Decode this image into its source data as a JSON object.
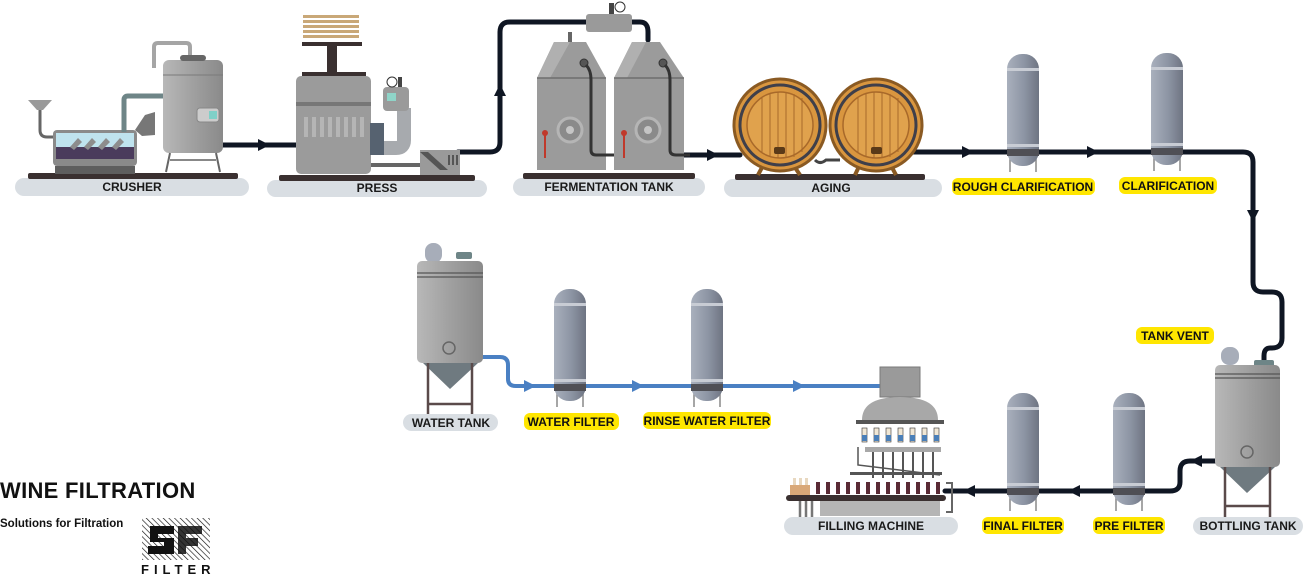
{
  "title": "WINE FILTRATION",
  "subtitle": "Solutions for Filtration",
  "logo": {
    "mark": "SF",
    "text": "FILTER",
    "icon": "sf-filter-logo-icon"
  },
  "colors": {
    "pipe_wine": "#0f1623",
    "pipe_water": "#4a80c3",
    "label_yellow": "#ffe600",
    "label_gray": "#d9dee3",
    "steel": "#9a9a9a",
    "filter_housing": "#8e96a6",
    "barrel_wood": "#d9963f",
    "base_dark": "#3a3030"
  },
  "stations": {
    "crusher": {
      "label": "CRUSHER",
      "style": "gray",
      "icon": "crusher-icon"
    },
    "press": {
      "label": "PRESS",
      "style": "gray",
      "icon": "press-icon"
    },
    "fermentation_tank": {
      "label": "FERMENTATION TANK",
      "style": "gray",
      "icon": "fermentation-tank-icon"
    },
    "aging": {
      "label": "AGING",
      "style": "gray",
      "icon": "barrel-icon"
    },
    "rough_clarification": {
      "label": "ROUGH CLARIFICATION",
      "style": "yellow",
      "icon": "filter-housing-icon"
    },
    "clarification": {
      "label": "CLARIFICATION",
      "style": "yellow",
      "icon": "filter-housing-icon"
    },
    "tank_vent": {
      "label": "TANK VENT",
      "style": "yellow",
      "icon": "vent-icon"
    },
    "bottling_tank": {
      "label": "BOTTLING TANK",
      "style": "gray",
      "icon": "bottling-tank-icon"
    },
    "pre_filter": {
      "label": "PRE FILTER",
      "style": "yellow",
      "icon": "filter-housing-icon"
    },
    "final_filter": {
      "label": "FINAL FILTER",
      "style": "yellow",
      "icon": "filter-housing-icon"
    },
    "filling_machine": {
      "label": "FILLING MACHINE",
      "style": "gray",
      "icon": "filling-machine-icon"
    },
    "water_tank": {
      "label": "WATER TANK",
      "style": "gray",
      "icon": "water-tank-icon"
    },
    "water_filter": {
      "label": "WATER FILTER",
      "style": "yellow",
      "icon": "filter-housing-icon"
    },
    "rinse_water_filter": {
      "label": "RINSE WATER FILTER",
      "style": "yellow",
      "icon": "filter-housing-icon"
    }
  },
  "flows": [
    {
      "from": "CRUSHER",
      "to": "PRESS",
      "medium": "wine"
    },
    {
      "from": "PRESS",
      "to": "FERMENTATION TANK",
      "medium": "wine"
    },
    {
      "from": "FERMENTATION TANK",
      "to": "AGING",
      "medium": "wine"
    },
    {
      "from": "AGING",
      "to": "ROUGH CLARIFICATION",
      "medium": "wine"
    },
    {
      "from": "ROUGH CLARIFICATION",
      "to": "CLARIFICATION",
      "medium": "wine"
    },
    {
      "from": "CLARIFICATION",
      "to": "BOTTLING TANK",
      "medium": "wine"
    },
    {
      "from": "BOTTLING TANK",
      "to": "PRE FILTER",
      "medium": "wine"
    },
    {
      "from": "PRE FILTER",
      "to": "FINAL FILTER",
      "medium": "wine"
    },
    {
      "from": "FINAL FILTER",
      "to": "FILLING MACHINE",
      "medium": "wine"
    },
    {
      "from": "WATER TANK",
      "to": "WATER FILTER",
      "medium": "water"
    },
    {
      "from": "WATER FILTER",
      "to": "RINSE WATER FILTER",
      "medium": "water"
    },
    {
      "from": "RINSE WATER FILTER",
      "to": "FILLING MACHINE",
      "medium": "water"
    }
  ]
}
